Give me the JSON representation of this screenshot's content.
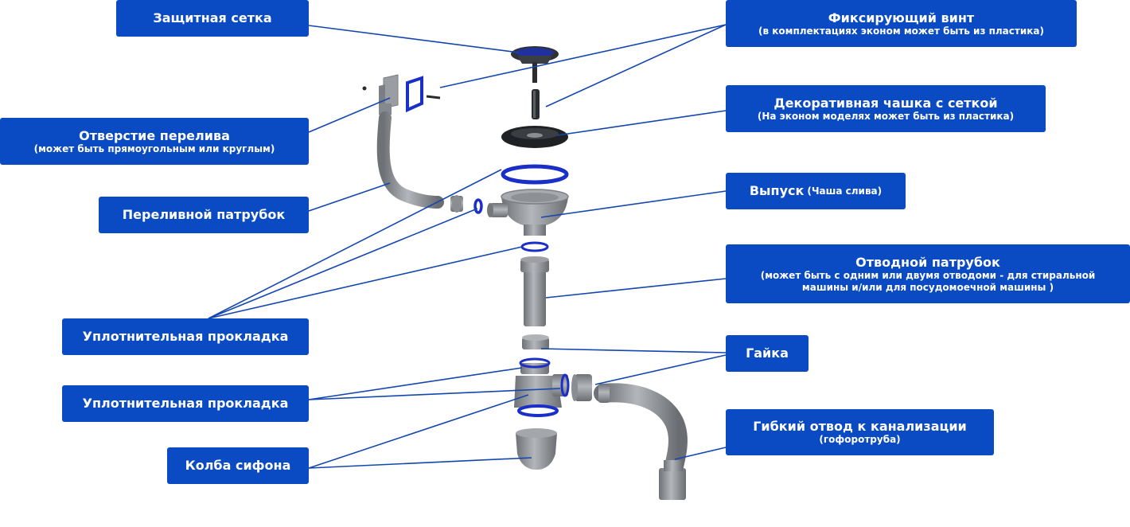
{
  "labels": {
    "protective_mesh": "Защитная сетка",
    "fixing_screw": "Фиксирующий винт",
    "fixing_screw_note": "(в комплектациях эконом может быть из пластика)",
    "overflow_hole": "Отверстие перелива",
    "overflow_hole_note": "(может быть прямоугольным или круглым)",
    "decor_cup": "Декоративная чашка с сеткой",
    "decor_cup_note": "(На эконом моделях может быть из пластика)",
    "overflow_pipe": "Переливной патрубок",
    "outlet": "Выпуск",
    "outlet_note": "(Чаша слива)",
    "outlet_pipe": "Отводной патрубок",
    "outlet_pipe_note": "(может быть с одним или двумя отводоми -  для стиральной машины и/или для посудомоечной машины )",
    "gasket_1": "Уплотнительная прокладка",
    "nut": "Гайка",
    "gasket_2": "Уплотнительная прокладка",
    "flexible_hose": "Гибкий отвод к канализации",
    "flexible_hose_note": "(гофоротруба)",
    "siphon_flask": "Колба сифона"
  },
  "colors": {
    "label_bg": "#0a4bc4",
    "label_text": "#ffffff",
    "leader_line": "#1446b0",
    "part_gray": "#8a8d91",
    "seal_blue": "#1a2fc8"
  }
}
